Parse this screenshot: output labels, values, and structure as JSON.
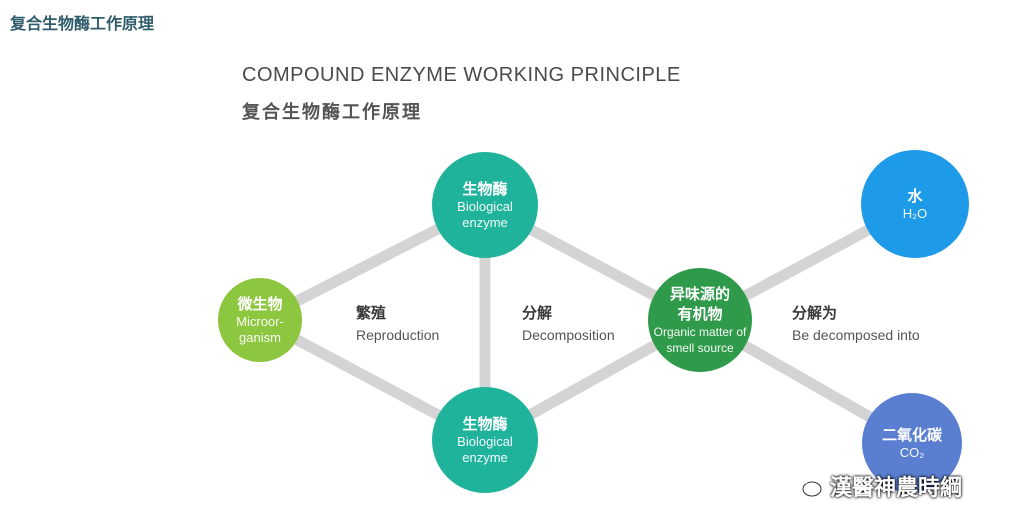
{
  "header": {
    "title": "复合生物酶工作原理"
  },
  "diagram": {
    "title_en": "COMPOUND ENZYME WORKING PRINCIPLE",
    "title_zh": "复合生物酶工作原理",
    "nodes": {
      "microorganism": {
        "zh": "微生物",
        "en": [
          "Microor-",
          "ganism"
        ],
        "color": "#8dc63f"
      },
      "enzyme_top": {
        "zh": "生物酶",
        "en": [
          "Biological",
          "enzyme"
        ],
        "color": "#1fb39b"
      },
      "enzyme_bottom": {
        "zh": "生物酶",
        "en": [
          "Biological",
          "enzyme"
        ],
        "color": "#1fb39b"
      },
      "organic_matter": {
        "zh": [
          "异味源的",
          "有机物"
        ],
        "en": [
          "Organic matter of",
          "smell source"
        ],
        "color": "#2e9a4a"
      },
      "water": {
        "zh": "水",
        "en": "H₂O",
        "color": "#1e9be8"
      },
      "co2": {
        "zh": "二氧化碳",
        "en": "CO₂",
        "color": "#5b7fd0"
      }
    },
    "edge_labels": {
      "reproduction": {
        "zh": "繁殖",
        "en": "Reproduction"
      },
      "decomposition": {
        "zh": "分解",
        "en": "Decomposition"
      },
      "decomposed_into": {
        "zh": "分解为",
        "en": "Be decomposed into"
      }
    },
    "link_color": "#d4d4d4"
  },
  "watermark": {
    "text": "漢醫神農時綱"
  }
}
